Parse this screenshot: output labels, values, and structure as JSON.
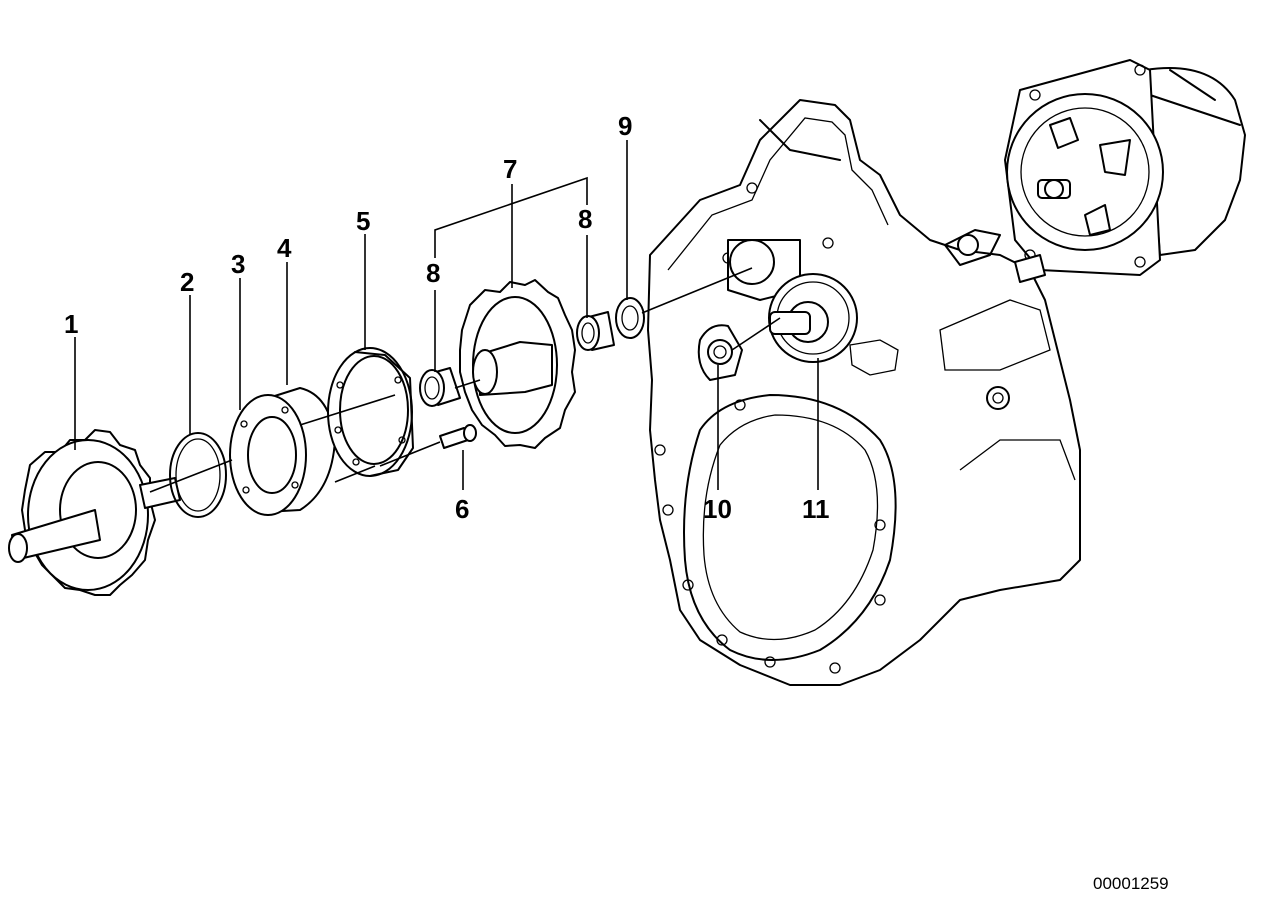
{
  "diagram": {
    "callouts": [
      {
        "id": "1",
        "text": "1"
      },
      {
        "id": "2",
        "text": "2"
      },
      {
        "id": "3",
        "text": "3"
      },
      {
        "id": "4",
        "text": "4"
      },
      {
        "id": "5",
        "text": "5"
      },
      {
        "id": "6",
        "text": "6"
      },
      {
        "id": "7",
        "text": "7"
      },
      {
        "id": "8a",
        "text": "8"
      },
      {
        "id": "8b",
        "text": "8"
      },
      {
        "id": "9",
        "text": "9"
      },
      {
        "id": "10",
        "text": "10"
      },
      {
        "id": "11",
        "text": "11"
      }
    ],
    "document_number": "00001259"
  }
}
